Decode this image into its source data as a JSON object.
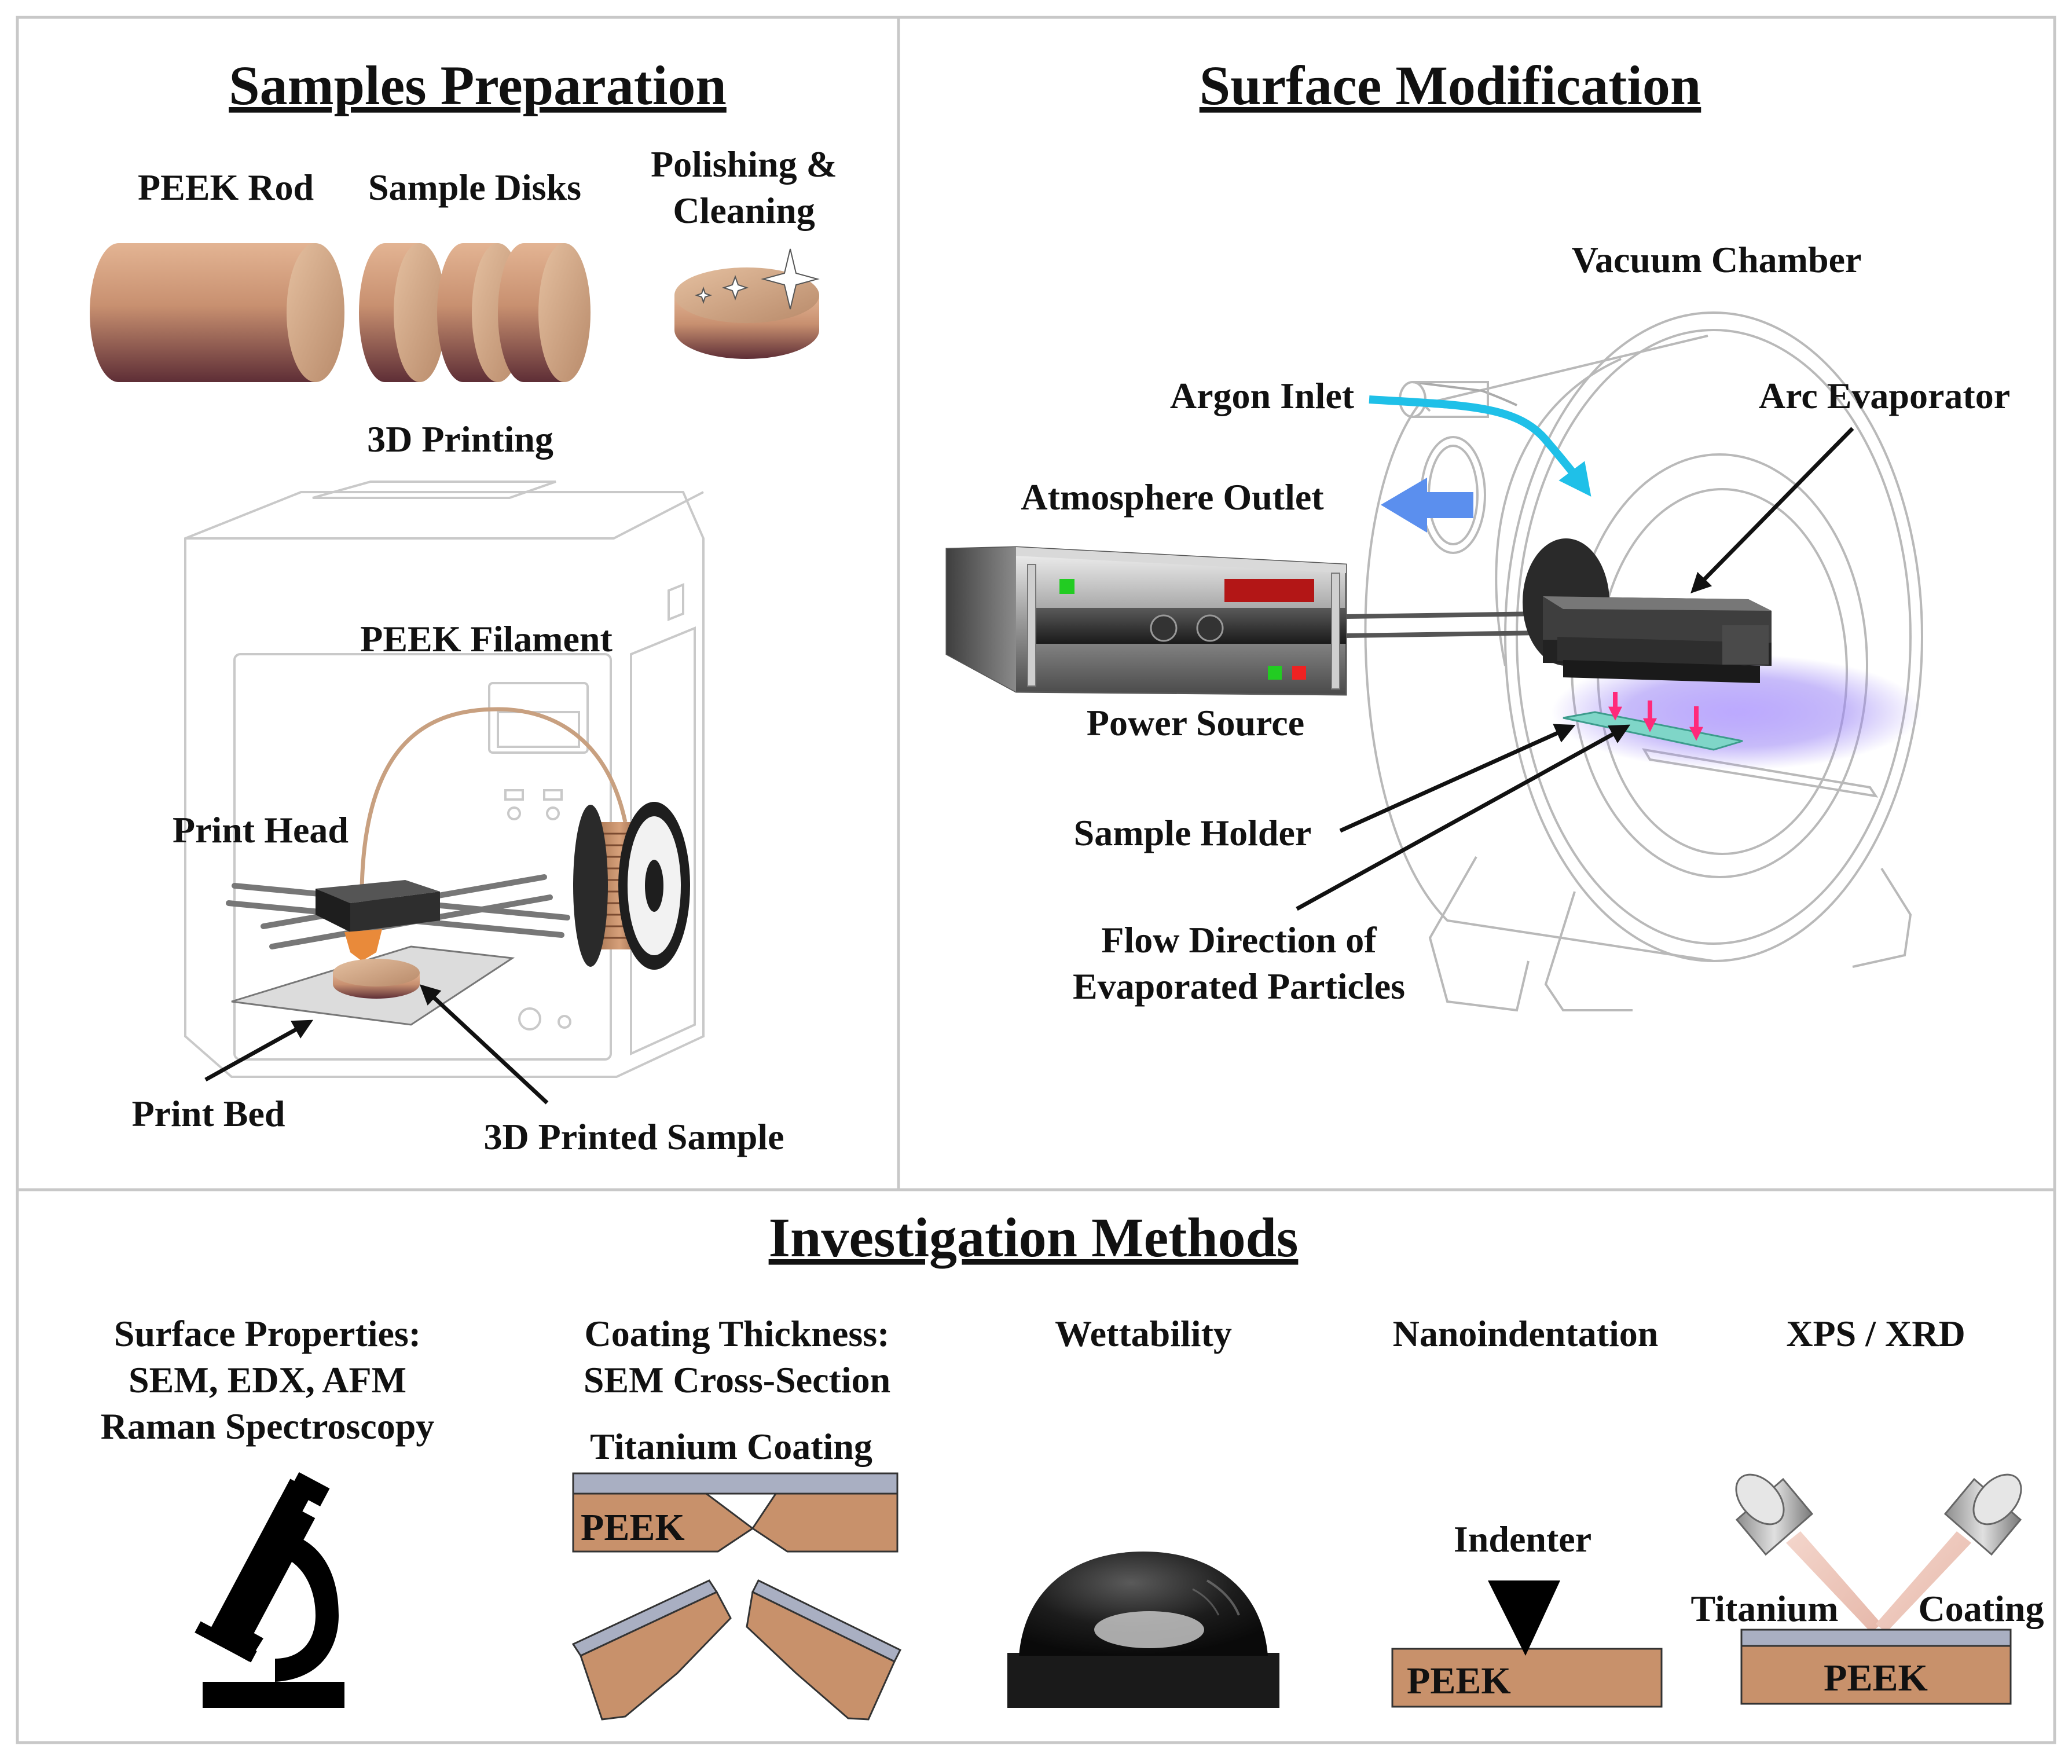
{
  "sections": {
    "samples": {
      "title": "Samples Preparation",
      "peek_rod": "PEEK Rod",
      "sample_disks": "Sample Disks",
      "polishing_line1": "Polishing &",
      "polishing_line2": "Cleaning",
      "printing": "3D Printing",
      "filament": "PEEK Filament",
      "print_head": "Print Head",
      "print_bed": "Print Bed",
      "printed_sample": "3D Printed Sample"
    },
    "surface": {
      "title": "Surface Modification",
      "vacuum_chamber": "Vacuum Chamber",
      "argon_inlet": "Argon Inlet",
      "arc_evaporator": "Arc Evaporator",
      "atmosphere_outlet": "Atmosphere Outlet",
      "power_source": "Power Source",
      "sample_holder": "Sample Holder",
      "flow_line1": "Flow Direction of",
      "flow_line2": "Evaporated Particles"
    },
    "investigation": {
      "title": "Investigation Methods",
      "surface_line1": "Surface Properties:",
      "surface_line2": "SEM, EDX, AFM",
      "surface_line3": "Raman Spectroscopy",
      "thickness_line1": "Coating Thickness:",
      "thickness_line2": "SEM Cross-Section",
      "titanium_coating": "Titanium Coating",
      "peek_cross": "PEEK",
      "wettability": "Wettability",
      "nanoindentation": "Nanoindentation",
      "indenter": "Indenter",
      "peek_nano": "PEEK",
      "xps_xrd": "XPS / XRD",
      "titanium": "Titanium",
      "coating": "Coating",
      "peek_xps": "PEEK"
    }
  },
  "icons": [
    "microscope-icon",
    "sparkle-icon",
    "water-droplet-icon",
    "indenter-icon",
    "xray-source-icon",
    "filament-spool-icon"
  ],
  "colors": {
    "peek": "#c8916b",
    "coating": "#a9afc2",
    "argon_arrow": "#1fc0e8",
    "outlet_arrow": "#5b8fee",
    "plasma": "#8a6cf5",
    "particles": "#ff2a7a",
    "sample_holder": "#7fd6c8"
  }
}
